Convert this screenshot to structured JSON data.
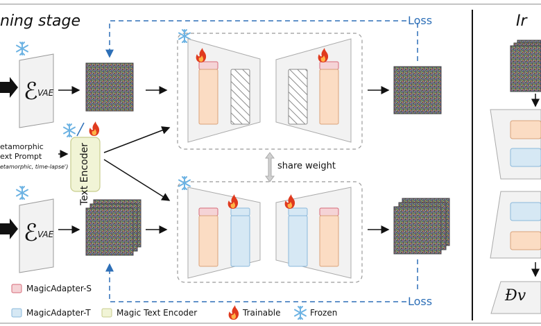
{
  "titles": {
    "training": "ning stage",
    "inference": "Ir"
  },
  "labels": {
    "loss_top": "Loss",
    "loss_bottom": "Loss",
    "vae_top": "VAE",
    "vae_bottom": "VAE",
    "vae_symbol": "ℰ",
    "text_encoder": "Text Encoder",
    "prompt_line1": "etamorphic",
    "prompt_line2": "ext Prompt",
    "prompt_keywords": "etamorphic, time-lapse')",
    "share_weight": "share weight",
    "decoder_symbol": "Đv"
  },
  "legend": {
    "items": [
      {
        "label": "MagicAdapter-S",
        "color": "#f2c7cc",
        "border": "#d9707e"
      },
      {
        "label": "MagicAdapter-T",
        "color": "#cfe3f1",
        "border": "#7fb3d8"
      },
      {
        "label": "Magic Text Encoder",
        "color": "#eef2cf",
        "border": "#c9cf8a"
      },
      {
        "label": "Trainable",
        "icon": "fire-icon"
      },
      {
        "label": "Frozen",
        "icon": "snowflake-icon"
      }
    ]
  },
  "colors": {
    "accent_blue": "#2d6fb7",
    "adapter_s_fill": "#f5d3d6",
    "adapter_s_border": "#d66a78",
    "adapter_t_fill": "#d6e8f4",
    "adapter_t_border": "#8ab8db",
    "block_fill": "#fbdcc3",
    "block_border": "#d9a27a",
    "encoder_fill": "#f1f4d6",
    "encoder_border": "#c8cd8e",
    "panel_fill": "#f2f2f2",
    "flame": "#e03a1e",
    "snow": "#6db3e3"
  }
}
